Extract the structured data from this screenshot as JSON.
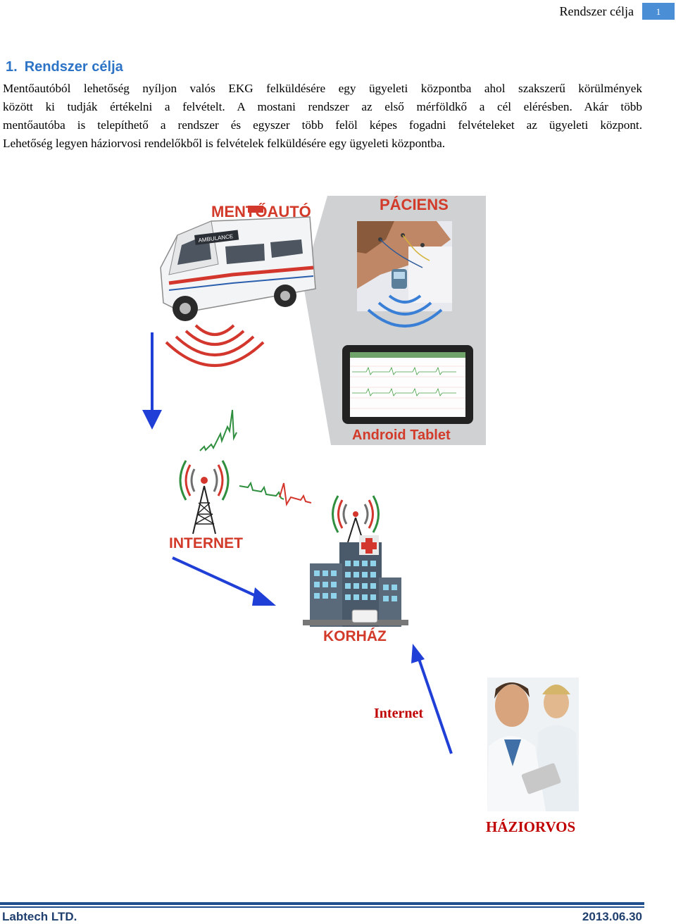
{
  "header": {
    "title": "Rendszer célja",
    "page_number": "1"
  },
  "section": {
    "number": "1.",
    "title": "Rendszer célja"
  },
  "paragraph": {
    "line1": "Mentőautóból lehetőség nyíljon valós EKG felküldésére egy ügyeleti központba ahol szakszerű körülmények",
    "line2": "között ki tudják értékelni a felvételt. A mostani rendszer az első mérföldkő a cél elérésben. Akár több",
    "line3": "mentőautóba is telepíthető a rendszer és egyszer több felöl képes fogadni felvételeket az ügyeleti központ.",
    "line4": "Lehetőség legyen háziorvosi rendelőkből is felvételek felküldésére egy ügyeleti központba."
  },
  "figure": {
    "ambulance_label": "MENTŐAUTÓ",
    "patient_label": "PÁCIENS",
    "tablet_label": "Android Tablet",
    "internet_label": "INTERNET",
    "hospital_label": "KORHÁZ",
    "internet_arrow_label": "Internet",
    "doctor_label": "HÁZIORVOS",
    "ambulance_side_text": "AMBULANCE"
  },
  "footer": {
    "company": "Labtech LTD.",
    "date": "2013.06.30"
  },
  "colors": {
    "accent_blue": "#2e74c6",
    "label_red": "#d23a2a",
    "arrow_blue": "#1f3fd6",
    "footer_navy": "#1f4f8c"
  }
}
